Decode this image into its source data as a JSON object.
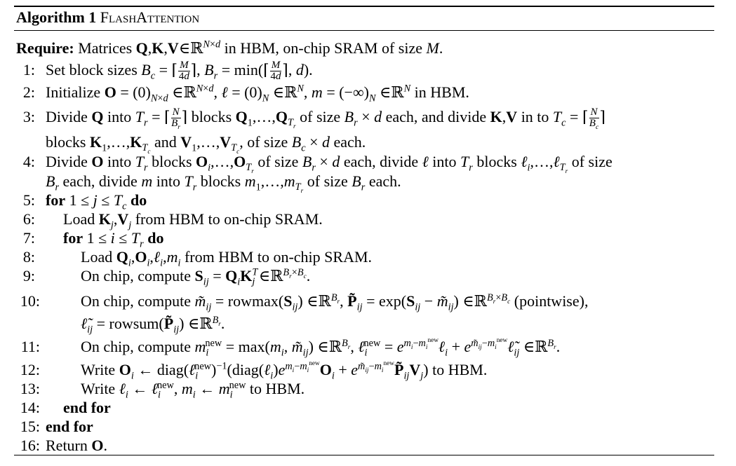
{
  "algorithm": {
    "label": "Algorithm 1",
    "name": "FlashAttention"
  },
  "require": {
    "keyword": "Require:",
    "text_a": "Matrices ",
    "text_b": " in HBM, on-chip SRAM of size "
  },
  "lines": [
    {
      "num": "1:"
    },
    {
      "num": "2:"
    },
    {
      "num": "3:"
    },
    {
      "num": "4:"
    },
    {
      "num": "5:"
    },
    {
      "num": "6:"
    },
    {
      "num": "7:"
    },
    {
      "num": "8:"
    },
    {
      "num": "9:"
    },
    {
      "num": "10:"
    },
    {
      "num": "11:"
    },
    {
      "num": "12:"
    },
    {
      "num": "13:"
    },
    {
      "num": "14:"
    },
    {
      "num": "15:"
    },
    {
      "num": "16:"
    }
  ],
  "keywords": {
    "for": "for",
    "do": "do",
    "end_for": "end for"
  },
  "text": {
    "l1": "Set block sizes",
    "l2a": "Initialize",
    "l2b": "in HBM.",
    "l3a": "Divide",
    "l3b": "into",
    "l3c": "blocks",
    "l3d": "of size",
    "l3e": "each, and divide",
    "l3f": "in to",
    "l3g": "blocks",
    "l3h": "and",
    "l3i": ", of size",
    "l3j": "each.",
    "l4a": "Divide",
    "l4b": "into",
    "l4c": "blocks",
    "l4d": "of size",
    "l4e": "each, divide",
    "l4f": "into",
    "l4g": "blocks",
    "l4h": "of size",
    "l4i": "each, divide",
    "l4j": "into",
    "l4k": "blocks",
    "l4l": "of size",
    "l4m": "each.",
    "l6a": "Load",
    "l6b": "from HBM to on-chip SRAM.",
    "l8a": "Load",
    "l8b": "from HBM to on-chip SRAM.",
    "l9": "On chip, compute",
    "l10a": "On chip, compute",
    "l10b": "(pointwise),",
    "l11": "On chip, compute",
    "l12a": "Write",
    "l12b": "to HBM.",
    "l13a": "Write",
    "l13b": "to HBM.",
    "l16a": "Return"
  }
}
